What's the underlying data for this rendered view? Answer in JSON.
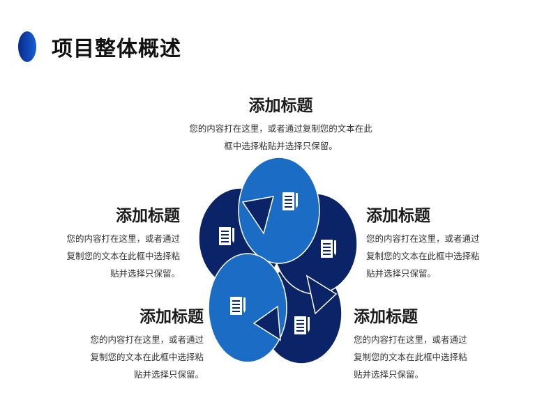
{
  "page": {
    "title": "项目整体概述"
  },
  "colors": {
    "dark_blue": "#0b2468",
    "mid_blue": "#1a6cc4",
    "accent_gradient_start": "#0a2a8a",
    "accent_gradient_end": "#1560d6"
  },
  "items": [
    {
      "id": "top",
      "heading": "添加标题",
      "body": "您的内容打在这里，或者通过复制您的文本在此框中选择粘贴并选择只保留。",
      "icon": "document-icon"
    },
    {
      "id": "right",
      "heading": "添加标题",
      "body": "您的内容打在这里，或者通过复制您的文本在此框中选择粘贴并选择只保留。",
      "icon": "document-icon"
    },
    {
      "id": "bottom-right",
      "heading": "添加标题",
      "body": "您的内容打在这里，或者通过复制您的文本在此框中选择粘贴并选择只保留。",
      "icon": "document-icon"
    },
    {
      "id": "bottom-left",
      "heading": "添加标题",
      "body": "您的内容打在这里，或者通过复制您的文本在此框中选择粘贴并选择只保留。",
      "icon": "document-icon"
    },
    {
      "id": "left",
      "heading": "添加标题",
      "body": "您的内容打在这里，或者通过复制您的文本在此框中选择粘贴并选择只保留。",
      "icon": "document-icon"
    }
  ]
}
